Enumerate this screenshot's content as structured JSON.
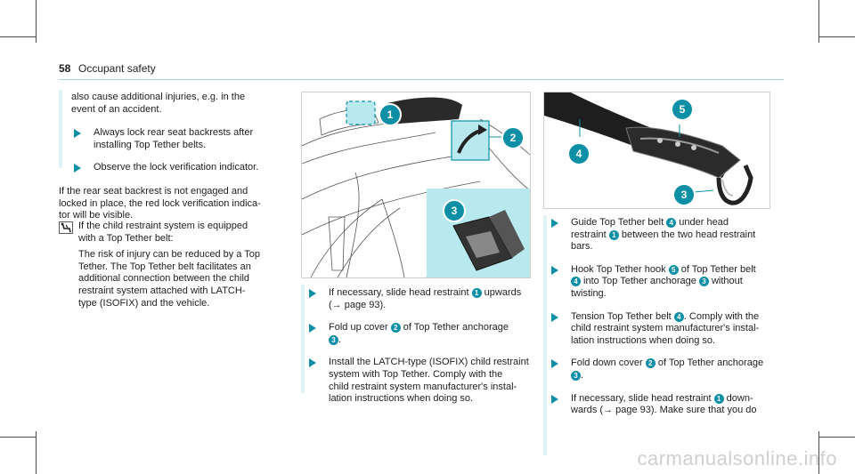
{
  "header": {
    "page_number": "58",
    "section_title": "Occupant safety"
  },
  "left_column": {
    "cont_line1": "also cause additional injuries, e.g. in the",
    "cont_line2": "event of an accident.",
    "bullets": [
      {
        "lines": [
          "Always lock rear seat backrests after",
          "installing Top Tether belts."
        ]
      },
      {
        "lines": [
          "Observe the lock verification indicator."
        ]
      }
    ],
    "para_lines": [
      "If the rear seat backrest is not engaged and",
      "locked in place, the red lock verification indica-",
      "tor will be visible."
    ],
    "child_lines": [
      "If the child restraint system is equipped",
      "with a Top Tether belt:"
    ],
    "child_para_lines": [
      "The risk of injury can be reduced by a Top",
      "Tether. The Top Tether belt facilitates an",
      "additional connection between the child",
      "restraint system attached with LATCH-",
      "type (ISOFIX) and the vehicle."
    ]
  },
  "middle_column": {
    "callouts": [
      "1",
      "2",
      "3"
    ],
    "bullets": [
      {
        "pre": "If necessary, slide head restraint ",
        "n": "1",
        "post": " upwards",
        "line2": "(→ page 93)."
      },
      {
        "pre": "Fold up cover ",
        "n": "2",
        "post": " of Top Tether anchorage",
        "n2": "3",
        "post2": "."
      },
      {
        "lines": [
          "Install the LATCH-type (ISOFIX) child restraint",
          "system with Top Tether. Comply with the",
          "child restraint system manufacturer's instal-",
          "lation instructions when doing so."
        ]
      }
    ]
  },
  "right_column": {
    "callouts": [
      "5",
      "4",
      "3"
    ],
    "b1": {
      "pre": "Guide Top Tether belt ",
      "n": "4",
      "post": " under head",
      "l2pre": "restraint ",
      "n2": "1",
      "l2post": " between the two head restraint",
      "l3": "bars."
    },
    "b2": {
      "pre": "Hook Top Tether hook ",
      "n": "5",
      "post": " of Top Tether belt",
      "n2": "4",
      "l2": " into Top Tether anchorage ",
      "n3": "3",
      "l2post": " without",
      "l3": "twisting."
    },
    "b3": {
      "pre": "Tension Top Tether belt ",
      "n": "4",
      "post": ". Comply with the",
      "l2": "child restraint system manufacturer's instal-",
      "l3": "lation instructions when doing so."
    },
    "b4": {
      "pre": "Fold down cover ",
      "n": "2",
      "post": " of Top Tether anchorage",
      "n2": "3",
      "post2": "."
    },
    "b5": {
      "pre": "If necessary, slide head restraint ",
      "n": "1",
      "post": " down-",
      "l2": "wards (→ page 93). Make sure that you do"
    }
  },
  "watermark": "carmanualsonline.info",
  "colors": {
    "accent": "#0d8fa6",
    "highlight": "#b8e9ee",
    "rule": "#a9d7de"
  }
}
